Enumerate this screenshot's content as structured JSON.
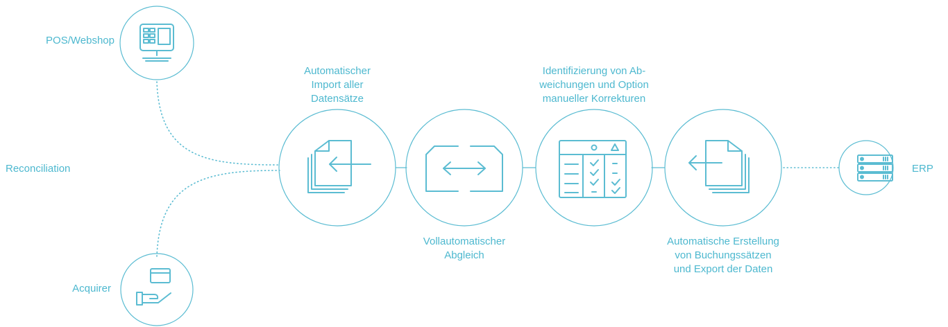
{
  "colors": {
    "accent": "#4db8cf",
    "background": "#ffffff"
  },
  "sources": {
    "pos": {
      "label": "POS/Webshop",
      "icon": "pos-terminal-icon"
    },
    "acquirer": {
      "label": "Acquirer",
      "icon": "card-hand-icon"
    }
  },
  "reconciliation_label": "Reconciliation",
  "steps": [
    {
      "icon": "import-documents-icon",
      "caption": [
        "Automatischer",
        "Import aller",
        "Datensätze"
      ]
    },
    {
      "icon": "match-arrows-icon",
      "caption": [
        "Vollautomatischer",
        "Abgleich"
      ]
    },
    {
      "icon": "checklist-table-icon",
      "caption": [
        "Identifizierung von Ab-",
        "weichungen und Option",
        "manueller Korrekturen"
      ]
    },
    {
      "icon": "export-documents-icon",
      "caption": [
        "Automatische Erstellung",
        "von Buchungssätzen",
        "und Export der Daten"
      ]
    }
  ],
  "target": {
    "label": "ERP",
    "icon": "server-icon"
  }
}
